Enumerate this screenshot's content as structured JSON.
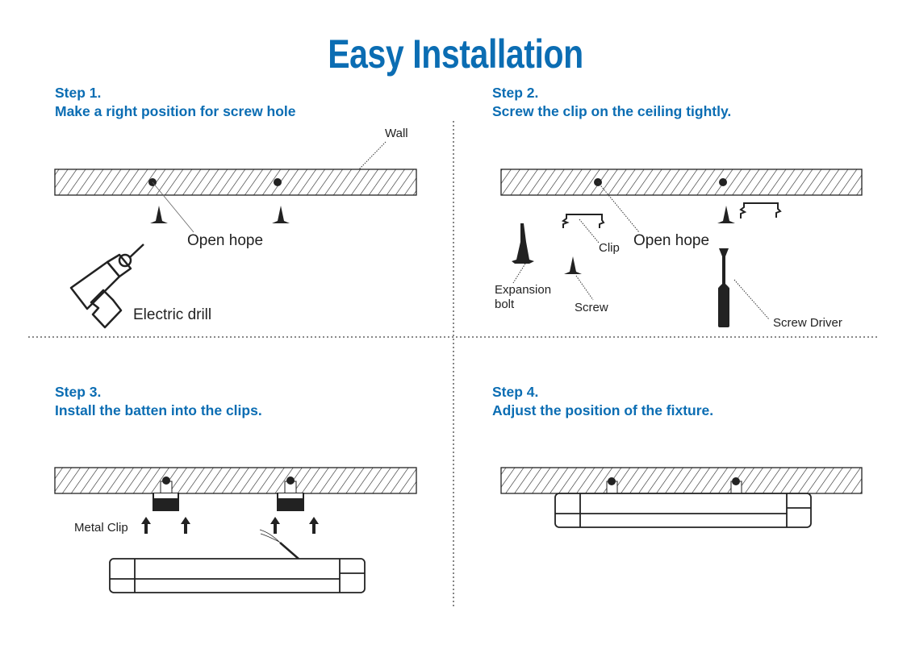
{
  "title": "Easy Installation",
  "steps": [
    {
      "number": "Step 1.",
      "instruction": "Make a right position for screw hole"
    },
    {
      "number": "Step 2.",
      "instruction": "Screw the clip on the ceiling tightly."
    },
    {
      "number": "Step 3.",
      "instruction": "Install the batten into the clips."
    },
    {
      "number": "Step 4.",
      "instruction": "Adjust the position of the fixture."
    }
  ],
  "labels": {
    "wall": "Wall",
    "open_hope_1": "Open hope",
    "electric_drill": "Electric drill",
    "open_hope_2": "Open hope",
    "clip": "Clip",
    "expansion_bolt_1": "Expansion",
    "expansion_bolt_2": "bolt",
    "screw": "Screw",
    "screw_driver": "Screw Driver",
    "metal_clip": "Metal Clip"
  },
  "colors": {
    "accent": "#0b6db3",
    "ink": "#222222"
  }
}
